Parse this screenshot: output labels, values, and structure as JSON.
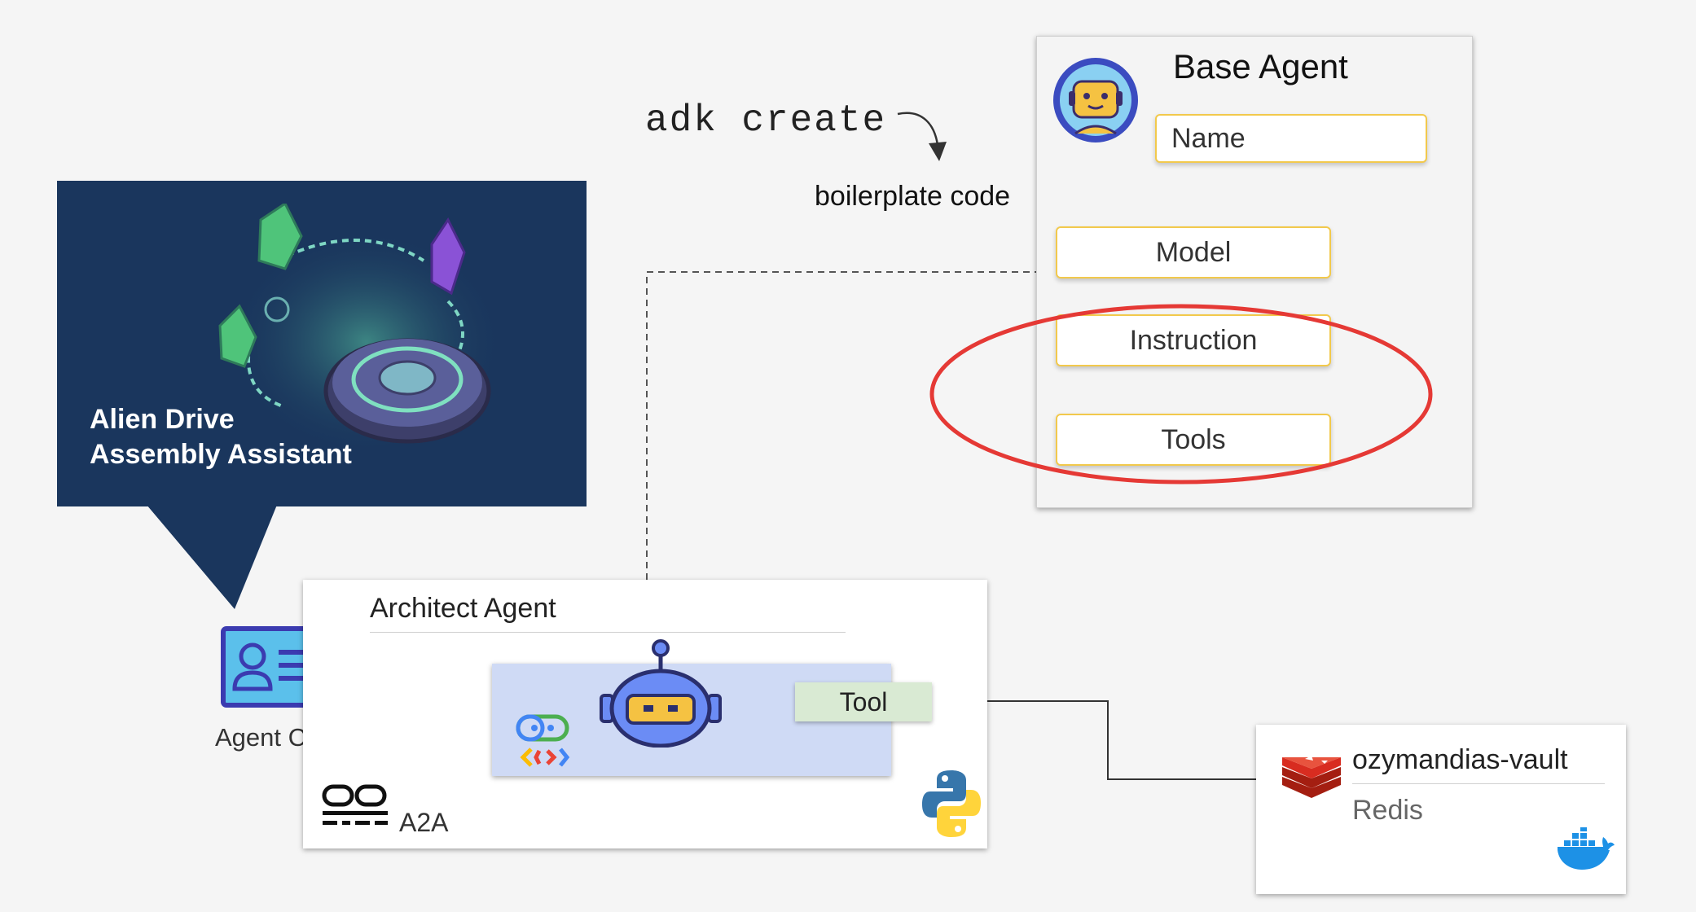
{
  "command": {
    "text": "adk create"
  },
  "caption": {
    "text": "boilerplate code"
  },
  "base_agent": {
    "title": "Base Agent",
    "fields": {
      "name": "Name",
      "model": "Model",
      "instruction": "Instruction",
      "tools": "Tools"
    }
  },
  "alien_drive": {
    "title": "Alien Drive\nAssembly Assistant"
  },
  "agent_card": {
    "label": "Agent Card"
  },
  "architect_agent": {
    "title": "Architect Agent",
    "tool_label": "Tool",
    "a2a_label": "A2A"
  },
  "vault": {
    "title": "ozymandias-vault",
    "subtitle": "Redis"
  },
  "colors": {
    "background": "#f5f5f5",
    "alien_box": "#1a365d",
    "highlight_ellipse": "#e53935",
    "field_border": "#f2c94c",
    "inner_panel": "#cfdaf5",
    "tool_tag": "#d9ead3"
  },
  "icons": [
    "robot-avatar-icon",
    "crystal-illustration",
    "id-card-icon",
    "robot-head-icon",
    "code-icon",
    "a2a-icon",
    "python-icon",
    "redis-icon",
    "docker-icon"
  ]
}
